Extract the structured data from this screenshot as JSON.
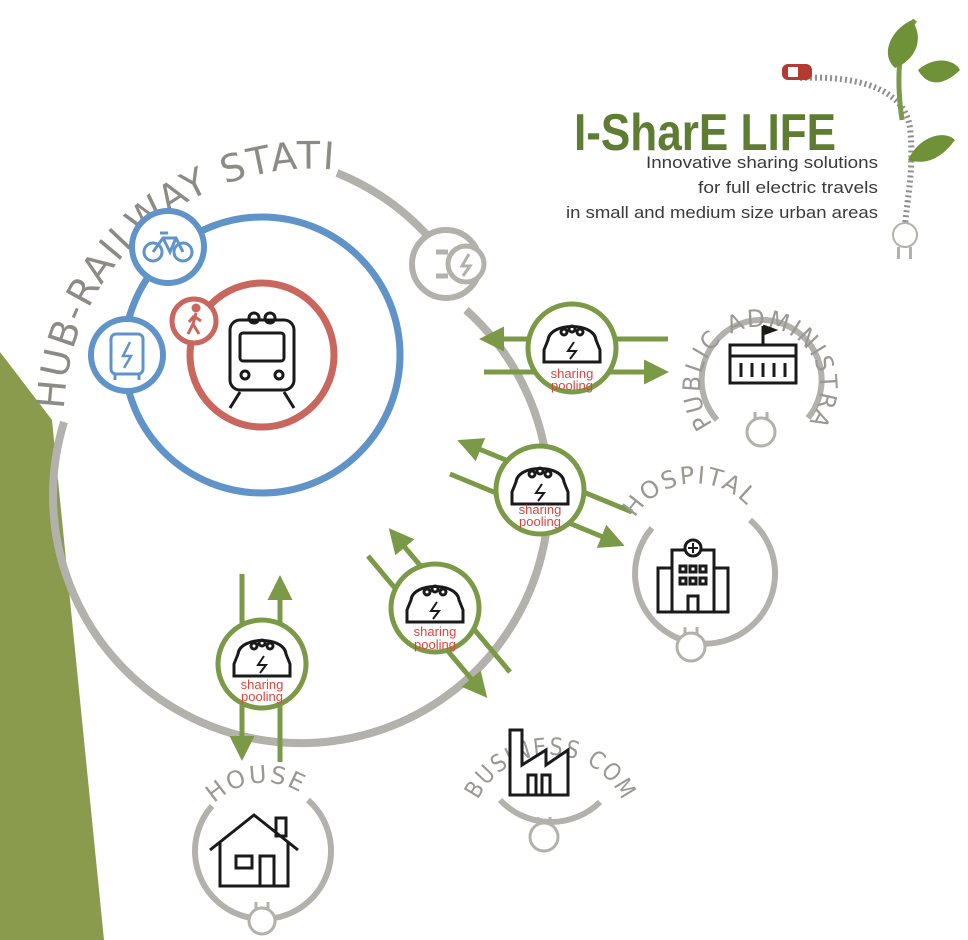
{
  "logo": {
    "title": "I-SharE LIFE",
    "subtitle_lines": [
      "Innovative sharing solutions",
      "for full electric travels",
      "in small and medium size urban areas"
    ]
  },
  "hub": {
    "label": "HUB-RAILWAY STATION"
  },
  "destinations": {
    "public_administration": "PUBLIC ADMINISTRATION",
    "hospital": "HOSPITAL",
    "business_company": "BUSINESS COMPANY",
    "house": "HOUSE"
  },
  "link_label": {
    "line1": "sharing",
    "line2": "pooling"
  },
  "colors": {
    "green": "#7b9a47",
    "dark_green": "#5e7d33",
    "grey": "#b3b1ab",
    "blue": "#6094c9",
    "red": "#c9665d",
    "sidebar": "#8a9b4d",
    "sp_text": "#d9463d"
  },
  "icons": {
    "hub": [
      "train-icon",
      "bicycle-icon",
      "electric-bus-icon",
      "pedestrian-icon",
      "charging-plug-icon"
    ],
    "link": "electric-car-icon",
    "destinations": [
      "government-building-icon",
      "hospital-building-icon",
      "factory-icon",
      "house-icon"
    ]
  }
}
